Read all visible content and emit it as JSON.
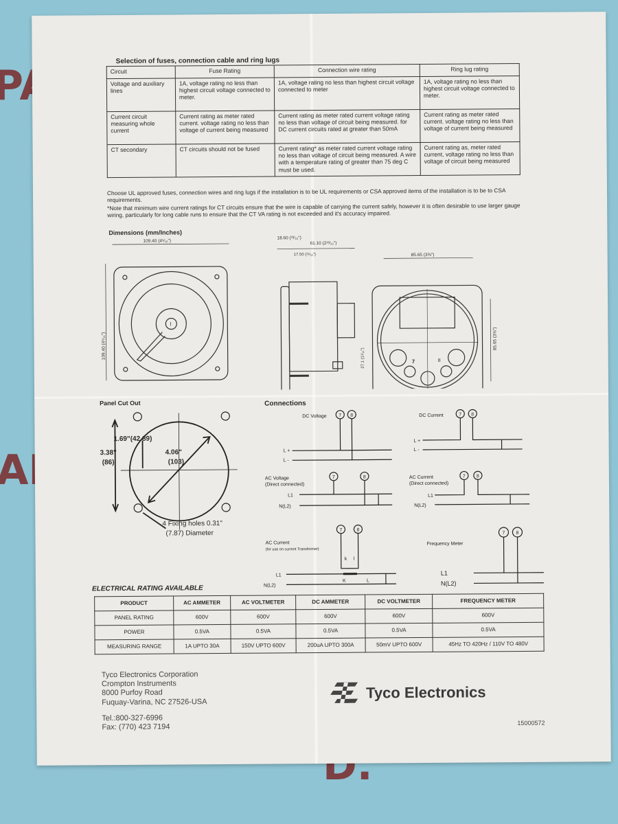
{
  "fuse_section": {
    "title": "Selection of fuses, connection  cable and ring lugs",
    "headers": [
      "Circuit",
      "Fuse Rating",
      "Connection wire rating",
      "Ring lug rating"
    ],
    "rows": [
      [
        "Voltage and auxiliary lines",
        "1A, voltage rating no less than highest circuit voltage connected to meter.",
        "1A, voltage rating no less than highest circuit voltage connected to meter",
        "1A, voltage rating no less than highest circuit voltage connected to meter."
      ],
      [
        "Current circuit measuring whole current",
        "Current rating as meter rated current. voltage rating no less than voltage of current being measured",
        "Current rating as meter rated current voltage rating no less than voltage of circuit being measured. for DC current circuits rated at greater than 50mA",
        "Current rating as meter rated current. voltage rating no less than voltage of current being measured"
      ],
      [
        "CT secondary",
        "CT circuits should not be fused",
        "Current rating* as meter rated current voltage rating no less than voltage of circuit being measured. A wire with a temperature rating of greater than 75 deg C must be used.",
        "Current rating as, meter rated current, voltage rating no less than voltage of circuit being measured"
      ]
    ]
  },
  "notes": {
    "ul": "Choose UL approved fuses, connection wires and ring lugs if the installation is to be UL requirements or CSA approved items of the installation is to be to CSA requirements.",
    "ct": "*Note that minimum wire current ratings for CT circuits ensure that the wire is capable of carrying the current safely, however it is often desirable to use larger gauge wiring, particularly for long cable runs to ensure that the CT VA rating is not exceeded and it's accuracy impaired."
  },
  "dimensions": {
    "title": "Dimensions (mm/Inches)",
    "front_width": "109.40 (4⁵⁄₁₆\")",
    "front_height": "109.40 (4⁵⁄₁₆\")",
    "side_bezel": "18.60 (²³⁄₃₂\")",
    "side_depth": "61.10 (2¹³⁄₃₂\")",
    "side_stud": "17.50 (¹¹⁄₁₆\")",
    "rear_width": "85.65 (3⅜\")",
    "rear_height": "85.65 (3⅜\")",
    "rear_terminal": "27.1 (1¹⁄₁₆\")",
    "terminal_7": "7",
    "terminal_8": "8",
    "zero_adjust": "I"
  },
  "panel_cutout": {
    "title": "Panel Cut Out",
    "radius": "1.69\"(42.89)",
    "diameter_in": "4.06\"",
    "diameter_mm": "(103)",
    "height_in": "3.38\"",
    "height_mm": "(86)",
    "holes_1": "4 Fixing holes 0.31\"",
    "holes_2": "(7.87) Diameter"
  },
  "connections": {
    "title": "Connections",
    "t7": "7",
    "t8": "8",
    "dc_voltage": "DC Voltage",
    "dc_current": "DC Current",
    "ac_voltage": "AC Voltage",
    "ac_voltage_sub": "(Direct connected)",
    "ac_current_direct": "AC Current",
    "ac_current_direct_sub": "(Direct connected)",
    "ac_current_ct": "AC Current",
    "ac_current_ct_sub": "(for use on current Transformer)",
    "frequency": "Frequency Meter",
    "lplus": "L +",
    "lminus": "L -",
    "l1": "L1",
    "n": "N(L2)",
    "k": "k",
    "l": "l",
    "K": "K",
    "L": "L"
  },
  "electrical": {
    "title": "ELECTRICAL RATING AVAILABLE",
    "headers": [
      "PRODUCT",
      "AC AMMETER",
      "AC VOLTMETER",
      "DC AMMETER",
      "DC VOLTMETER",
      "FREQUENCY METER"
    ],
    "rows": [
      [
        "PANEL RATING",
        "600V",
        "600V",
        "600V",
        "600V",
        "600V"
      ],
      [
        "POWER",
        "0.5VA",
        "0.5VA",
        "0.5VA",
        "0.5VA",
        "0.5VA"
      ],
      [
        "MEASURING RANGE",
        "1A UPTO 30A",
        "150V UPTO 600V",
        "200uA UPTO 300A",
        "50mV UPTO 600V",
        "45Hz TO 420Hz / 110V TO 480V"
      ]
    ]
  },
  "company": {
    "lines": [
      "Tyco Electronics Corporation",
      "Crompton Instruments",
      "8000 Purfoy Road",
      "Fuquay-Varina, NC 27526-USA"
    ],
    "tel": "Tel.:800-327-6996",
    "fax": "Fax: (770) 423 7194",
    "brand": "Tyco Electronics",
    "doc_number": "15000572"
  },
  "colors": {
    "background": "#8fc4d4",
    "paper": "#ecebe7",
    "ink": "#2a2a2a",
    "watermark": "#7a2a2a"
  }
}
